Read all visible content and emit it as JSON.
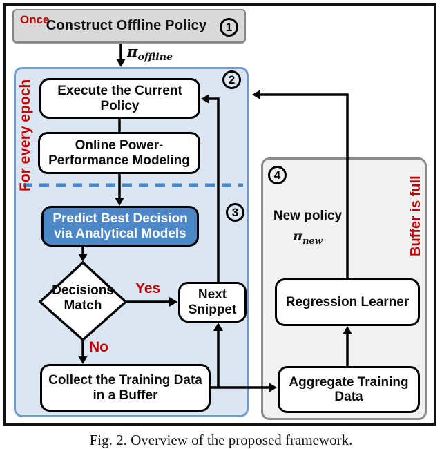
{
  "colors": {
    "red": "#c00000",
    "predict_blue": "#4c87c7",
    "blue_region_fill": "#dce6f2",
    "blue_region_border": "#6f9bd1",
    "dashed_line_blue": "#4a87cb",
    "gray_region_fill": "#f1f1f1",
    "gray_region_border": "#8a8a8a",
    "top_box_fill": "#d9d9d9"
  },
  "top_box": {
    "once": "Once",
    "title": "Construct Offline Policy",
    "step": "1"
  },
  "edges": {
    "pi_offline_base": "π",
    "pi_offline_sub": "offline",
    "yes": "Yes",
    "no": "No"
  },
  "blue_region": {
    "side_label": "For every epoch",
    "step": "2",
    "step3": "3",
    "execute": [
      "Execute the Current",
      "Policy"
    ],
    "online": [
      "Online Power-",
      "Performance Modeling"
    ],
    "predict": [
      "Predict Best Decision",
      "via Analytical Models"
    ],
    "decision": [
      "Decisions",
      "Match"
    ],
    "next_snippet": [
      "Next",
      "Snippet"
    ],
    "collect": [
      "Collect the Training Data",
      "in a Buffer"
    ]
  },
  "gray_region": {
    "step": "4",
    "new_policy": "New policy",
    "pi_new_base": "π",
    "pi_new_sub": "new",
    "side_label": "Buffer is full",
    "regression": "Regression Learner",
    "aggregate": [
      "Aggregate Training",
      "Data"
    ]
  },
  "caption": "Fig. 2.  Overview of the proposed framework."
}
